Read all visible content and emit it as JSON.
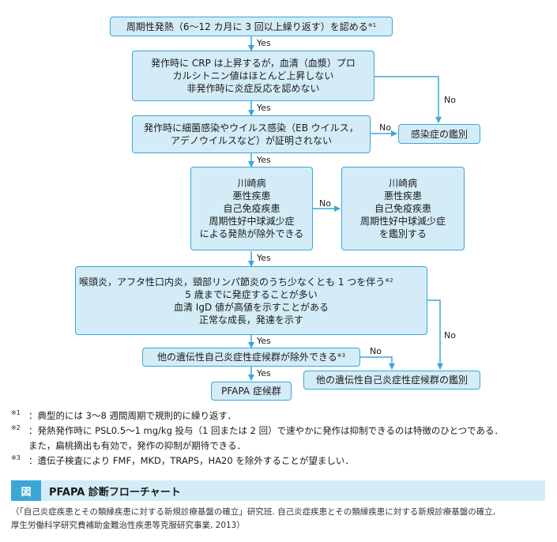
{
  "flow": {
    "b1": "周期性発熱（6〜12 カ月に 3 回以上繰り返す）を認める",
    "b1_mark": "※1",
    "b2": [
      "発作時に CRP は上昇するが，血清（血漿）プロ",
      "カルシトニン値はほとんど上昇しない",
      "非発作時に炎症反応を認めない"
    ],
    "b3": [
      "発作時に細菌感染やウイルス感染（EB ウイルス，",
      "アデノウイルスなど）が証明されない"
    ],
    "b3_no": "感染症の鑑別",
    "b4": [
      "川崎病",
      "悪性疾患",
      "自己免疫疾患",
      "周期性好中球減少症",
      "による発熱が除外できる"
    ],
    "b4_no": [
      "川崎病",
      "悪性疾患",
      "自己免疫疾患",
      "周期性好中球減少症",
      "を鑑別する"
    ],
    "b5_line1": "喉頭炎，アフタ性口内炎，頸部リンパ節炎のうち少なくとも 1 つを伴う",
    "b5_mark": "※2",
    "b5_rest": [
      "5 歳までに発症することが多い",
      "血清 IgD 値が高値を示すことがある",
      "正常な成長，発達を示す"
    ],
    "b6": "他の遺伝性自己炎症性症候群が除外できる",
    "b6_mark": "※3",
    "b6_no": "他の遺伝性自己炎症性症候群の鑑別",
    "b7": "PFAPA 症候群",
    "yes": "Yes",
    "no": "No"
  },
  "notes": [
    {
      "mark": "※1",
      "text": "：典型的には 3〜8 週間周期で規則的に繰り返す．"
    },
    {
      "mark": "※2",
      "text": "：発熱発作時に PSL0.5〜1 mg/kg 投与（1 回または 2 回）で速やかに発作は抑制できるのは特徴のひとつである．",
      "text2": "また，扁桃摘出も有効で，発作の抑制が期待できる．"
    },
    {
      "mark": "※3",
      "text": "：遺伝子検査により FMF，MKD，TRAPS，HA20 を除外することが望ましい．"
    }
  ],
  "caption": {
    "tag": "図",
    "title": "PFAPA 診断フローチャート"
  },
  "source": [
    "（「自己炎症疾患とその類縁疾患に対する新規診療基盤の確立」研究班. 自己炎症疾患とその類縁疾患に対する新規診療基盤の確立,",
    "厚生労働科学研究費補助金難治性疾患等克服研究事業, 2013）"
  ],
  "colors": {
    "box_fill": "#d4ecf7",
    "accent": "#3aa7d6"
  }
}
